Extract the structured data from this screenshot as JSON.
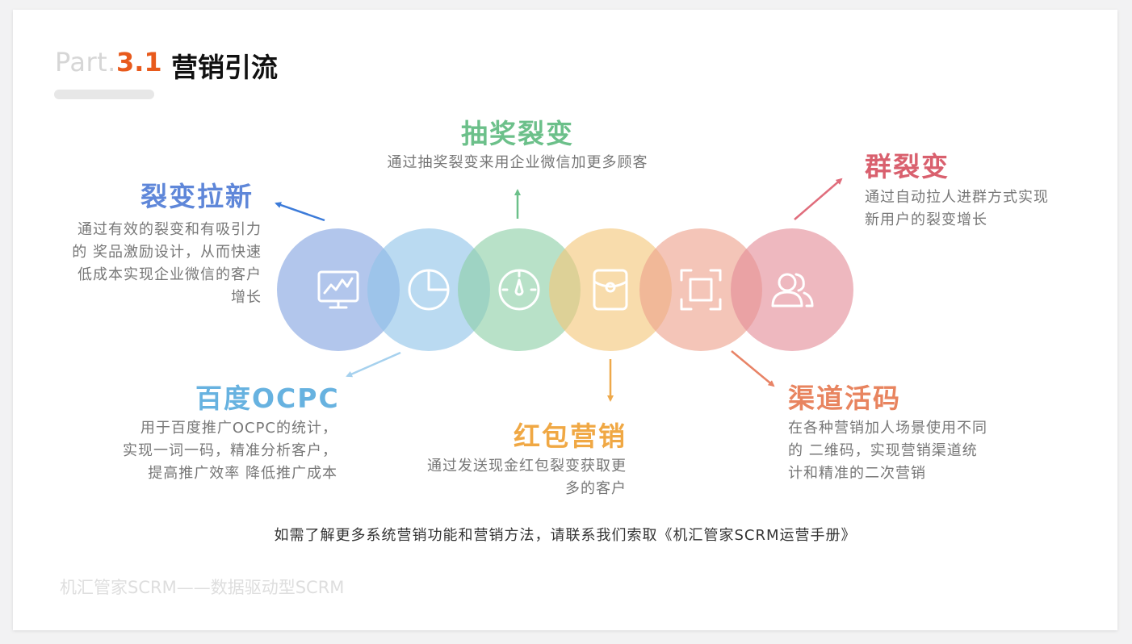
{
  "header": {
    "part_label": "Part.",
    "part_number": "3.1",
    "title": "营销引流"
  },
  "colors": {
    "blue": "#7b9cdf",
    "lightblue": "#8fc4e8",
    "green": "#8ccfa7",
    "orange": "#f4c679",
    "salmon": "#eda28c",
    "pink": "#e48d97"
  },
  "sections": {
    "fission": {
      "title": "裂变拉新",
      "lines": [
        "通过有效的裂变和有吸引力",
        "的 奖品激励设计，从而快速",
        "低成本实现企业微信的客户",
        "增长"
      ]
    },
    "lottery": {
      "title": "抽奖裂变",
      "desc": "通过抽奖裂变来用企业微信加更多顾客"
    },
    "group": {
      "title": "群裂变",
      "lines": [
        "通过自动拉人进群方式实现",
        "新用户的裂变增长"
      ]
    },
    "baidu": {
      "title": "百度OCPC",
      "lines": [
        "用于百度推广OCPC的统计，",
        "实现一词一码，精准分析客户，",
        "提高推广效率 降低推广成本"
      ]
    },
    "redpacket": {
      "title": "红包营销",
      "lines": [
        "通过发送现金红包裂变获取更",
        "多的客户"
      ]
    },
    "channel": {
      "title": "渠道活码",
      "lines": [
        "在各种营销加人场景使用不同",
        "的 二维码，实现营销渠道统",
        "计和精准的二次营销"
      ]
    }
  },
  "icons": [
    "monitor-chart-icon",
    "pie-chart-icon",
    "gauge-icon",
    "wallet-icon",
    "scan-frame-icon",
    "users-icon"
  ],
  "footer": {
    "note": "如需了解更多系统营销功能和营销方法，请联系我们索取《机汇管家SCRM运营手册》",
    "brand": "机汇管家SCRM——数据驱动型SCRM"
  }
}
